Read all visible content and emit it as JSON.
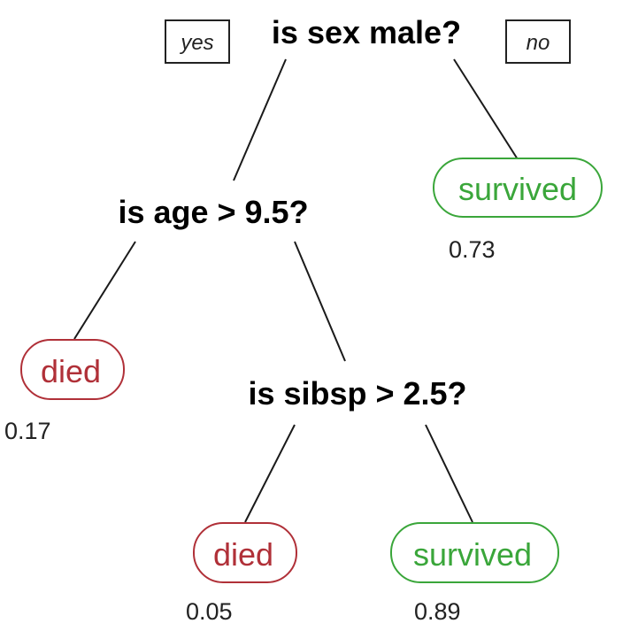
{
  "tree": {
    "branch_labels": {
      "left": "yes",
      "right": "no"
    },
    "colors": {
      "died": "#b03038",
      "survived": "#3aa63a"
    },
    "nodes": {
      "root": {
        "question": "is sex male?"
      },
      "age": {
        "question": "is age > 9.5?"
      },
      "sibsp": {
        "question": "is sibsp > 2.5?"
      }
    },
    "leaves": {
      "female": {
        "label": "survived",
        "outcome": "survived",
        "probability": "0.73"
      },
      "young_child": {
        "label": "died",
        "outcome": "died",
        "probability": "0.17"
      },
      "many_siblings": {
        "label": "died",
        "outcome": "died",
        "probability": "0.05"
      },
      "few_siblings": {
        "label": "survived",
        "outcome": "survived",
        "probability": "0.89"
      }
    }
  }
}
